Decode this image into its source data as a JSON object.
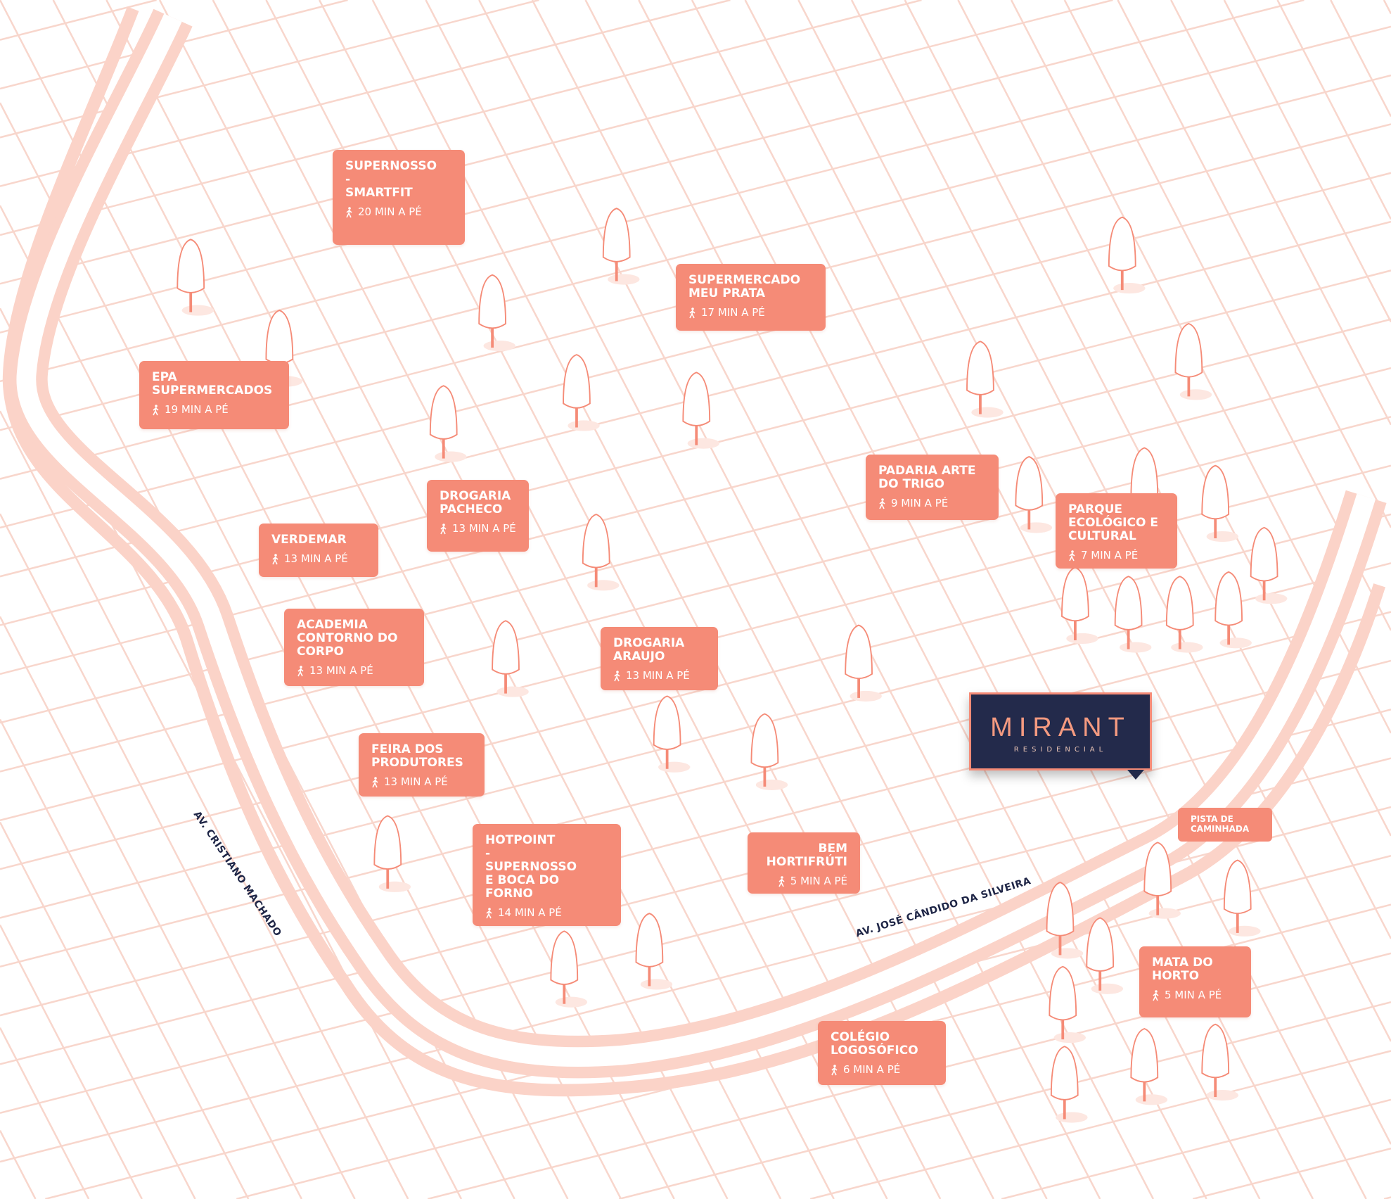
{
  "brand": {
    "name": "MIRANT",
    "subtitle": "RESIDENCIAL",
    "accent": "#f58b77",
    "navy": "#232a4b"
  },
  "streets": [
    "AV. CRISTIANO MACHADO",
    "AV. JOSÉ CÂNDIDO DA SILVEIRA"
  ],
  "pista": "PISTA DE\nCAMINHADA",
  "pois": [
    {
      "name": "SUPERNOSSO\n-\nSMARTFIT",
      "time": "20 MIN A PÉ"
    },
    {
      "name": "SUPERMERCADO\nMEU PRATA",
      "time": "17 MIN A PÉ"
    },
    {
      "name": "EPA\nSUPERMERCADOS",
      "time": "19 MIN A PÉ"
    },
    {
      "name": "DROGARIA\nPACHECO",
      "time": "13 MIN A PÉ"
    },
    {
      "name": "VERDEMAR",
      "time": "13 MIN A PÉ"
    },
    {
      "name": "PADARIA ARTE\nDO TRIGO",
      "time": "9 MIN A PÉ"
    },
    {
      "name": "PARQUE\nECOLÓGICO E\nCULTURAL",
      "time": "7 MIN A PÉ"
    },
    {
      "name": "ACADEMIA\nCONTORNO DO\nCORPO",
      "time": "13 MIN A PÉ"
    },
    {
      "name": "DROGARIA\nARAUJO",
      "time": "13 MIN A PÉ"
    },
    {
      "name": "FEIRA DOS\nPRODUTORES",
      "time": "13 MIN A PÉ"
    },
    {
      "name": "HOTPOINT\n-\nSUPERNOSSO\nE BOCA DO FORNO",
      "time": "14 MIN A PÉ"
    },
    {
      "name": "BEM\nHORTIFRÚTI",
      "time": "5 MIN A PÉ"
    },
    {
      "name": "MATA DO\nHORTO",
      "time": "5 MIN A PÉ"
    },
    {
      "name": "COLÉGIO\nLOGOSÓFICO",
      "time": "6 MIN A PÉ"
    }
  ]
}
